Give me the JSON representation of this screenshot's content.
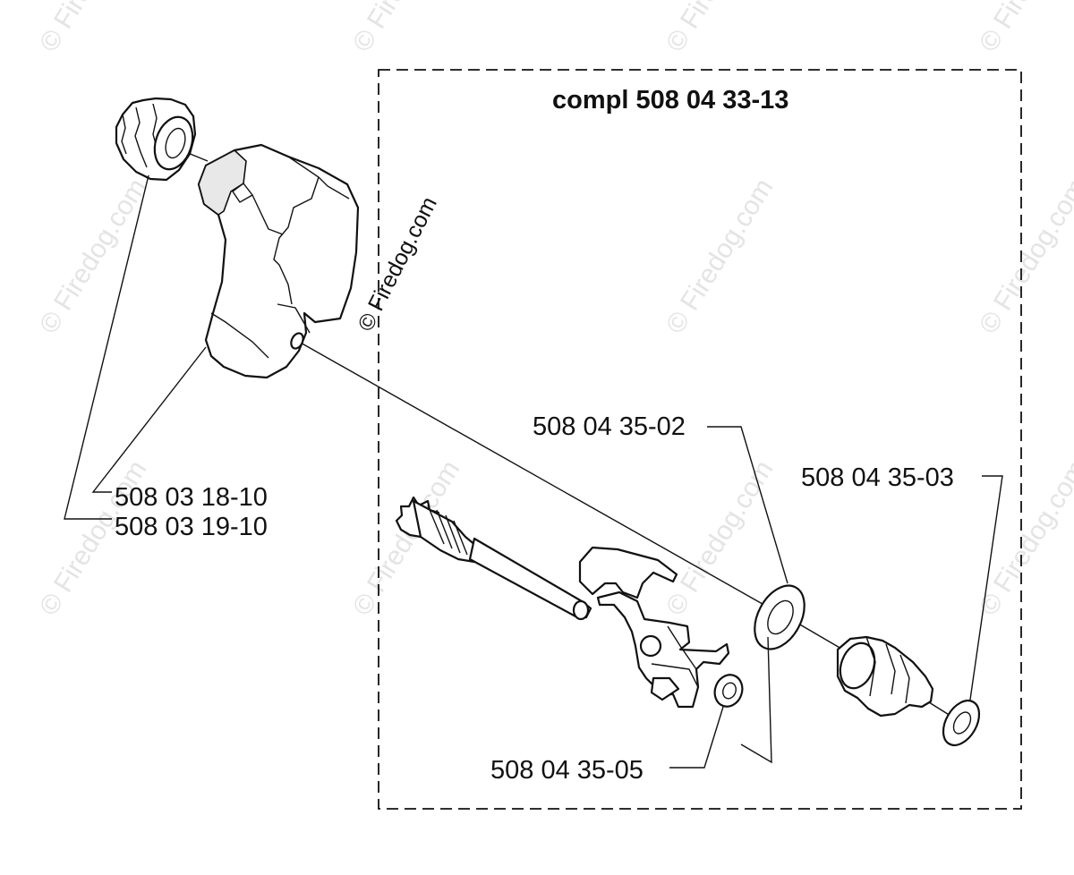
{
  "diagram": {
    "assembly_label": "compl 508 04 33-13",
    "watermark_main": "© Firedog.com",
    "watermark_tile": "© Firedog.com",
    "parts": [
      {
        "id": "cover",
        "label": "508 03 18-10"
      },
      {
        "id": "knob",
        "label": "508 03 19-10"
      },
      {
        "id": "washer-large",
        "label": "508 04 35-02"
      },
      {
        "id": "washer-end",
        "label": "508 04 35-03"
      },
      {
        "id": "washer-small",
        "label": "508 04 35-05"
      }
    ]
  }
}
